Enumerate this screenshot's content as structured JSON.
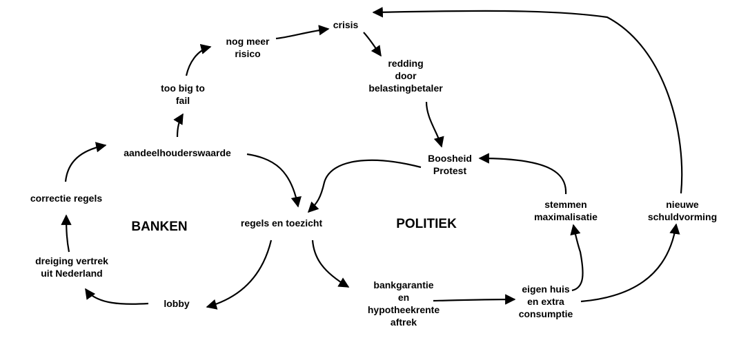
{
  "regions": {
    "banken": "BANKEN",
    "politiek": "POLITIEK"
  },
  "nodes": {
    "crisis": "crisis",
    "nog_meer_risico": "nog meer\nrisico",
    "too_big_to_fail": "too big to\nfail",
    "aandeelhouderswaarde": "aandeelhouderswaarde",
    "correctie_regels": "correctie regels",
    "dreiging_vertrek": "dreiging vertrek\nuit Nederland",
    "lobby": "lobby",
    "regels_en_toezicht": "regels en toezicht",
    "redding": "redding\ndoor\nbelastingbetaler",
    "boosheid_protest": "Boosheid\nProtest",
    "stemmen_maximalisatie": "stemmen\nmaximalisatie",
    "nieuwe_schuldvorming": "nieuwe\nschuldvorming",
    "bankgarantie": "bankgarantie\nen\nhypotheekrente\naftrek",
    "eigen_huis": "eigen huis\nen extra\nconsumptie"
  },
  "edges": [
    {
      "from": "aandeelhouderswaarde",
      "to": "too_big_to_fail"
    },
    {
      "from": "too_big_to_fail",
      "to": "nog_meer_risico"
    },
    {
      "from": "nog_meer_risico",
      "to": "crisis"
    },
    {
      "from": "crisis",
      "to": "redding"
    },
    {
      "from": "redding",
      "to": "boosheid_protest"
    },
    {
      "from": "boosheid_protest",
      "to": "regels_en_toezicht"
    },
    {
      "from": "aandeelhouderswaarde",
      "to": "regels_en_toezicht"
    },
    {
      "from": "regels_en_toezicht",
      "to": "lobby"
    },
    {
      "from": "lobby",
      "to": "dreiging_vertrek"
    },
    {
      "from": "dreiging_vertrek",
      "to": "correctie_regels"
    },
    {
      "from": "correctie_regels",
      "to": "aandeelhouderswaarde"
    },
    {
      "from": "regels_en_toezicht",
      "to": "bankgarantie"
    },
    {
      "from": "bankgarantie",
      "to": "eigen_huis"
    },
    {
      "from": "eigen_huis",
      "to": "stemmen_maximalisatie"
    },
    {
      "from": "eigen_huis",
      "to": "nieuwe_schuldvorming"
    },
    {
      "from": "stemmen_maximalisatie",
      "to": "boosheid_protest"
    },
    {
      "from": "nieuwe_schuldvorming",
      "to": "crisis"
    }
  ]
}
